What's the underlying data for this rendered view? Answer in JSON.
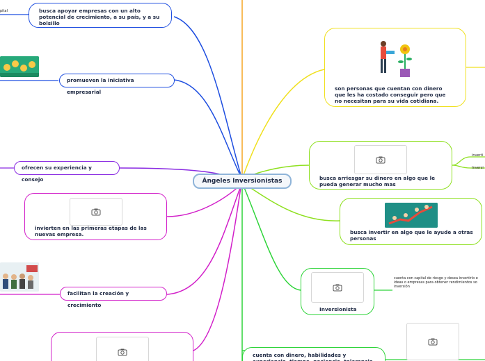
{
  "central": "Ángeles Inversionistas",
  "left_nodes": {
    "n1": "busca apoyar empresas con un alto potencial de crecimiento, a su país, y a su bolsillo",
    "n2": "promueven la iniciativa empresarial",
    "n3": "ofrecen su experiencia y consejo",
    "n4": "invierten en las primeras etapas de las nuevas empresa.",
    "n5": "facilitan la creación y crecimiento"
  },
  "right_nodes": {
    "r1": "son personas que cuentan con dinero que les ha costado conseguir pero que no necesitan para su vida cotidiana.",
    "r2": "busca arriesgar su dinero en algo que le pueda generar mucho mas",
    "r3": "busca invertir en algo que le ayude a otras personas",
    "r4": "Inversionista",
    "r5": "cuenta con dinero, habilidades y experiencia, tiempo, paciencia, tolerancia"
  },
  "small_texts": {
    "top_left": "pital",
    "inv1": "inverti",
    "inv2": "Inversi",
    "def": "cuenta con capital de riesgo y desea invertirlo e ideas o empresas para obtener rendimientos so inversión"
  },
  "colors": {
    "blue": "#1f4fe0",
    "purple": "#8a2be2",
    "magenta": "#d21fc9",
    "orange": "#f5a623",
    "yellow": "#f0e020",
    "lime": "#8ee01f",
    "green": "#2fd43a"
  },
  "icons": [
    "camera-icon"
  ]
}
